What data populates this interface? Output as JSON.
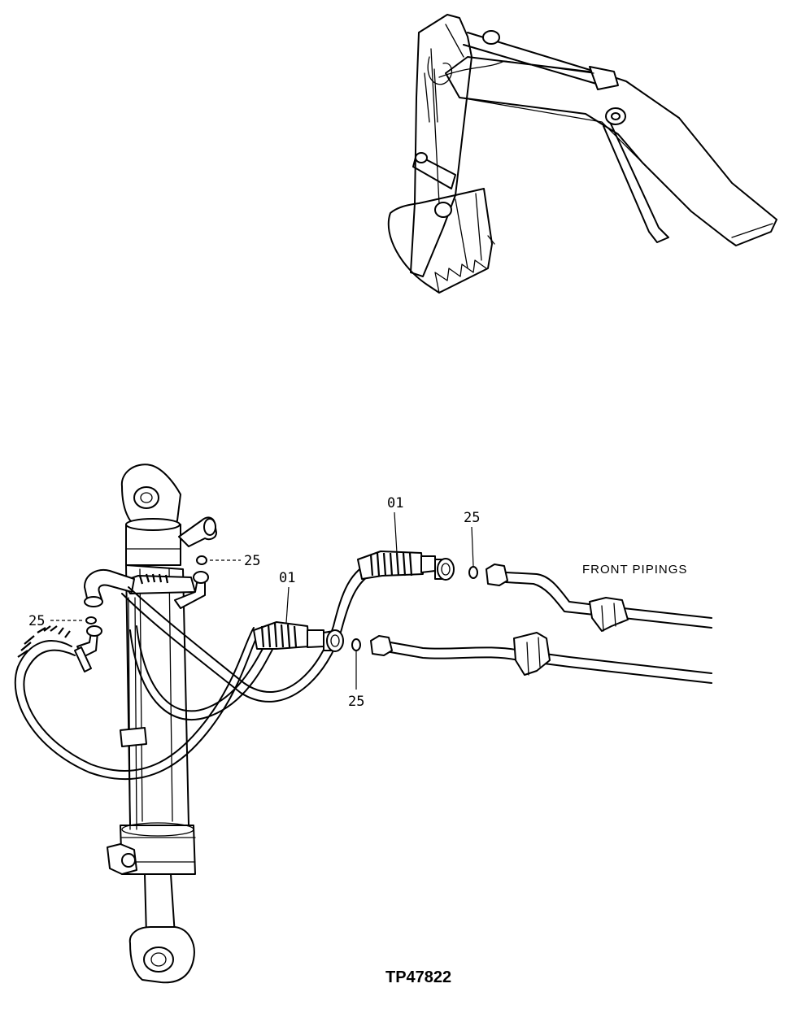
{
  "labels": {
    "hose_a": "01",
    "hose_b": "01",
    "oring_top": "25",
    "oring_cyl_upper": "25",
    "oring_cyl_left": "25",
    "oring_bottom": "25"
  },
  "captions": {
    "front_pipings": "FRONT PIPINGS",
    "drawing_number": "TP47822"
  }
}
